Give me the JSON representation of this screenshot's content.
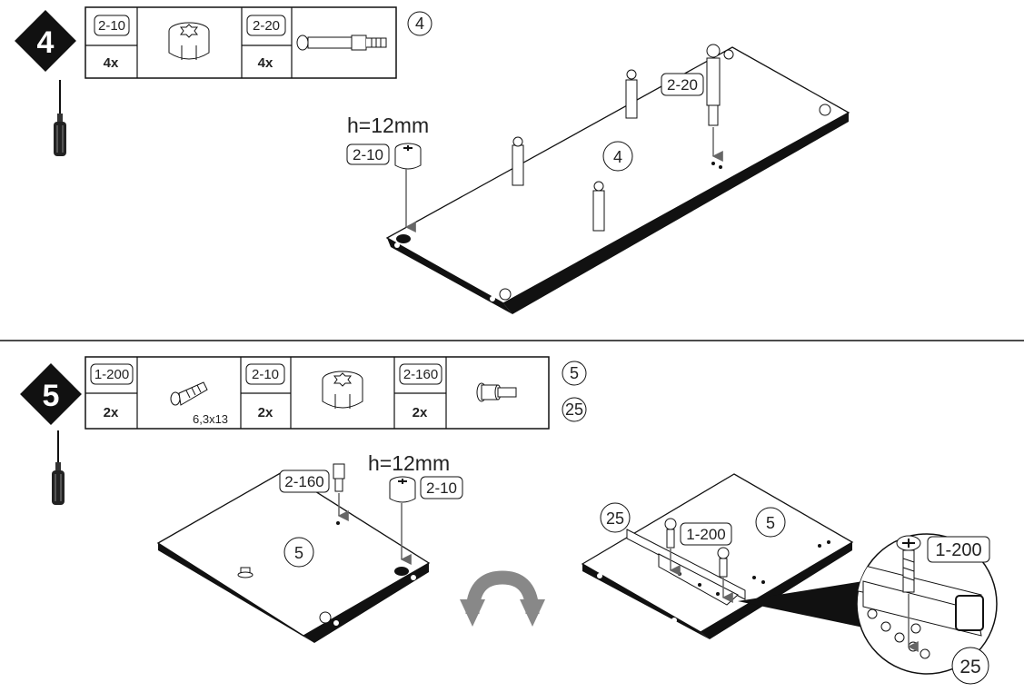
{
  "step4": {
    "number": "4",
    "parts": [
      {
        "code": "2-10",
        "qty": "4x",
        "icon": "cam-lock-icon"
      },
      {
        "code": "2-20",
        "qty": "4x",
        "icon": "dowel-bolt-icon"
      }
    ],
    "panel_ref": "4",
    "height_note": "h=12mm",
    "callout_cam": "2-10",
    "callout_bolt": "2-20",
    "panel_label": "4"
  },
  "step5": {
    "number": "5",
    "parts": [
      {
        "code": "1-200",
        "qty": "2x",
        "icon": "screw-icon",
        "note": "6,3x13"
      },
      {
        "code": "2-10",
        "qty": "2x",
        "icon": "cam-lock-icon"
      },
      {
        "code": "2-160",
        "qty": "2x",
        "icon": "shelf-pin-icon"
      }
    ],
    "panel_refs": [
      "5",
      "25"
    ],
    "height_note": "h=12mm",
    "callout_pin": "2-160",
    "callout_cam": "2-10",
    "panel_label_left": "5",
    "panel_label_right": "5",
    "rail_label": "25",
    "callout_screw": "1-200",
    "zoom_screw": "1-200",
    "zoom_rail": "25"
  },
  "tools": [
    "screwdriver-icon"
  ],
  "colors": {
    "ink": "#111111",
    "arrow": "#666666",
    "gray": "#8a8a8a"
  }
}
